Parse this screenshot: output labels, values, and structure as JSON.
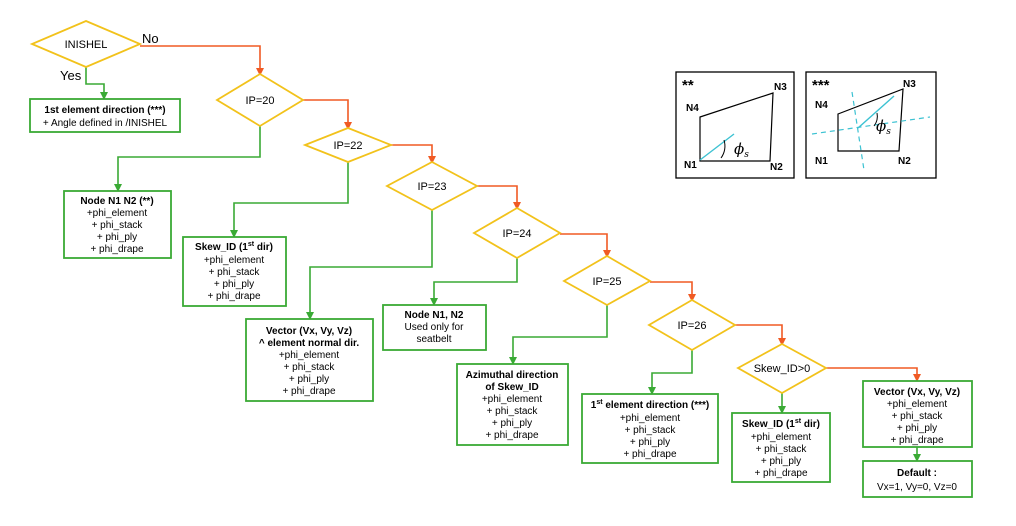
{
  "colors": {
    "diamond_stroke": "#f2c21b",
    "box_stroke": "#3aaa35",
    "no_arrow": "#f05a24",
    "yes_arrow": "#3aaa35",
    "fig_line": "#3cc2d2"
  },
  "decisions": [
    {
      "id": "inishel",
      "label": "INISHEL"
    },
    {
      "id": "ip20",
      "label": "IP=20"
    },
    {
      "id": "ip22",
      "label": "IP=22"
    },
    {
      "id": "ip23",
      "label": "IP=23"
    },
    {
      "id": "ip24",
      "label": "IP=24"
    },
    {
      "id": "ip25",
      "label": "IP=25"
    },
    {
      "id": "ip26",
      "label": "IP=26"
    },
    {
      "id": "skew",
      "label": "Skew_ID>0"
    }
  ],
  "branch_labels": {
    "no": "No",
    "yes": "Yes"
  },
  "boxes": {
    "b1": {
      "title": "1st element direction (***)",
      "lines": [
        "+ Angle defined in /INISHEL"
      ]
    },
    "b2": {
      "title": "Node N1 N2 (**)",
      "lines": [
        "+phi_element",
        "+ phi_stack",
        "+ phi_ply",
        "+ phi_drape"
      ]
    },
    "b3": {
      "title_a": "Skew_ID (1",
      "title_sup": "st",
      "title_b": " dir)",
      "lines": [
        "+phi_element",
        "+ phi_stack",
        "+ phi_ply",
        "+ phi_drape"
      ]
    },
    "b4": {
      "title": "Vector (Vx, Vy, Vz)",
      "title2": "^ element normal dir.",
      "lines": [
        "+phi_element",
        "+ phi_stack",
        "+ phi_ply",
        "+ phi_drape"
      ]
    },
    "b5": {
      "title": "Node N1, N2",
      "lines": [
        "Used only for",
        "seatbelt"
      ]
    },
    "b6": {
      "title": "Azimuthal direction",
      "title2": "of Skew_ID",
      "lines": [
        "+phi_element",
        "+ phi_stack",
        "+ phi_ply",
        "+ phi_drape"
      ]
    },
    "b7": {
      "title_a": "1",
      "title_sup": "st",
      "title_b": " element direction (***)",
      "lines": [
        "+phi_element",
        "+ phi_stack",
        "+ phi_ply",
        "+ phi_drape"
      ]
    },
    "b8": {
      "title_a": "Skew_ID (1",
      "title_sup": "st",
      "title_b": " dir)",
      "lines": [
        "+phi_element",
        "+ phi_stack",
        "+ phi_ply",
        "+ phi_drape"
      ]
    },
    "b9": {
      "title": "Vector (Vx, Vy, Vz)",
      "lines": [
        "+phi_element",
        "+ phi_stack",
        "+ phi_ply",
        "+ phi_drape"
      ]
    },
    "b10": {
      "title": "Default :",
      "lines": [
        "Vx=1, Vy=0, Vz=0"
      ]
    }
  },
  "figures": {
    "fig1": {
      "marker": "**",
      "nodes": [
        "N1",
        "N2",
        "N3",
        "N4"
      ],
      "angle_symbol": "ϕ",
      "angle_sub": "s"
    },
    "fig2": {
      "marker": "***",
      "nodes": [
        "N1",
        "N2",
        "N3",
        "N4"
      ],
      "angle_symbol": "ϕ",
      "angle_sub": "s"
    }
  }
}
